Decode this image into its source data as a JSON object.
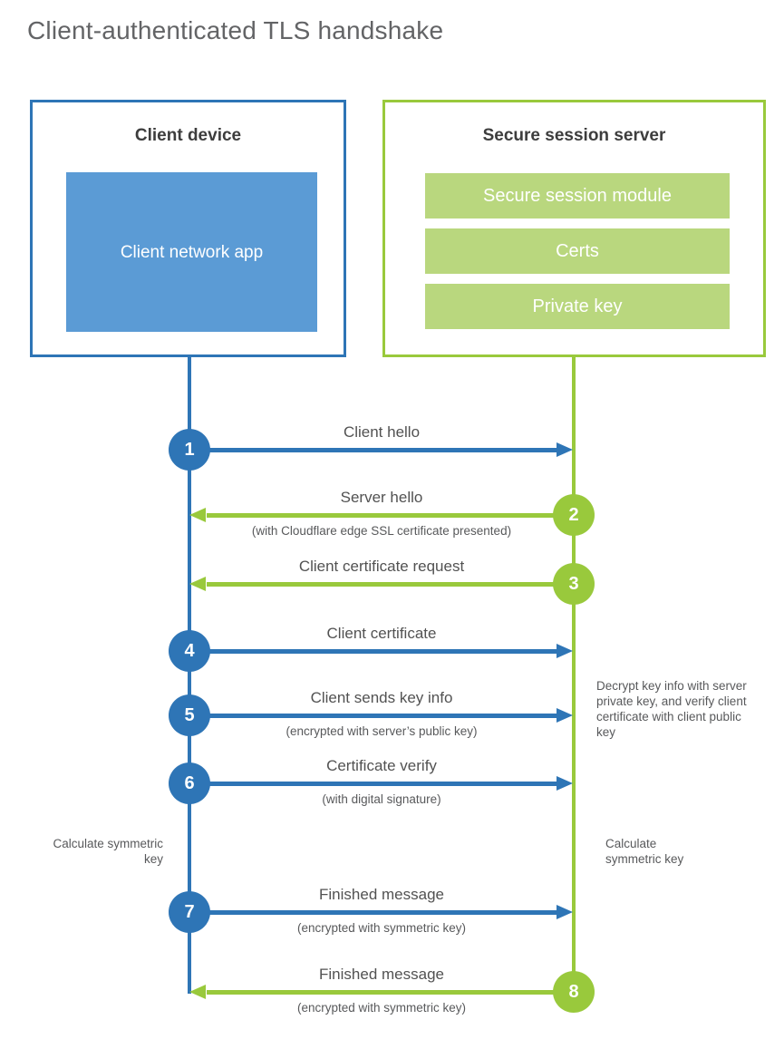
{
  "title": "Client-authenticated TLS handshake",
  "colors": {
    "client_blue": "#2e75b6",
    "client_app_fill": "#5b9bd5",
    "server_green": "#99c93c",
    "server_bar_fill": "#b9d77e",
    "heading_text": "#3d3d3d",
    "label_text": "#58595b",
    "title_text": "#636466"
  },
  "client_box": {
    "title": "Client device",
    "app_label": "Client network app"
  },
  "server_box": {
    "title": "Secure session server",
    "modules": [
      "Secure session module",
      "Certs",
      "Private key"
    ]
  },
  "flow": {
    "steps": [
      {
        "number": "1",
        "from": "client",
        "label": "Client hello",
        "sublabel": ""
      },
      {
        "number": "2",
        "from": "server",
        "label": "Server hello",
        "sublabel": "(with Cloudflare edge SSL certificate presented)"
      },
      {
        "number": "3",
        "from": "server",
        "label": "Client certificate request",
        "sublabel": ""
      },
      {
        "number": "4",
        "from": "client",
        "label": "Client certificate",
        "sublabel": ""
      },
      {
        "number": "5",
        "from": "client",
        "label": "Client sends key info",
        "sublabel": "(encrypted with server’s public key)"
      },
      {
        "number": "6",
        "from": "client",
        "label": "Certificate verify",
        "sublabel": "(with digital signature)"
      },
      {
        "number": "7",
        "from": "client",
        "label": "Finished message",
        "sublabel": "(encrypted with symmetric key)"
      },
      {
        "number": "8",
        "from": "server",
        "label": "Finished message",
        "sublabel": "(encrypted with symmetric key)"
      }
    ]
  },
  "annotations": {
    "decrypt_note": "Decrypt key info with server private key, and verify client certificate with client public key",
    "calc_left": "Calculate symmetric key",
    "calc_right": "Calculate symmetric key"
  }
}
